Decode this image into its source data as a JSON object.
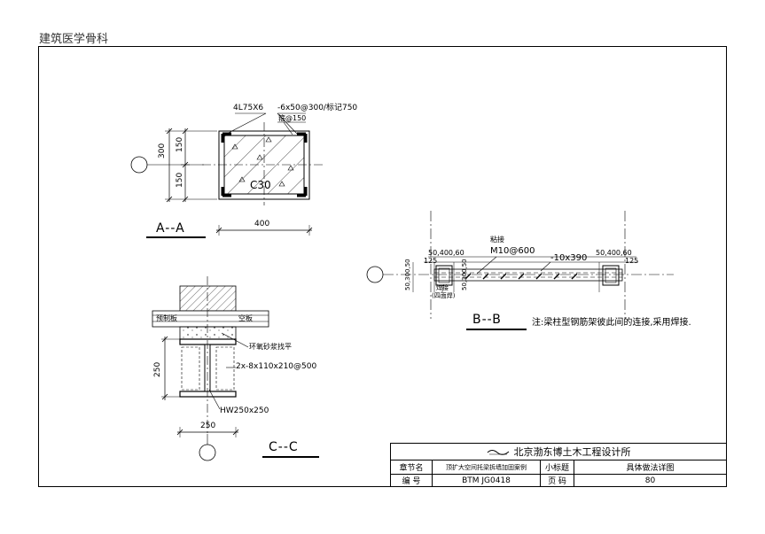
{
  "header": {
    "watermark": "建筑医学骨科"
  },
  "section_aa": {
    "angle_label": "4L75X6",
    "plate_label": "-6x50@300/标记750",
    "plate_label_b": "箍@150",
    "concrete": "C30",
    "dim_total": "300",
    "dim_top": "150",
    "dim_bottom": "150",
    "dim_width": "400",
    "title": "A--A"
  },
  "section_bb": {
    "anchor_label_top": "粘接",
    "anchor_label": "M10@600",
    "plate_label": "-10x390",
    "dims_left": "50,400,60",
    "dims_right": "50,400,60",
    "dim_125_left": "125",
    "dim_125_right": "125",
    "dims_vertical_left": "50,300,50",
    "dims_vertical_mid": "50,300,50",
    "weld_label": "焊接",
    "weld_sub": "(四面焊)",
    "title": "B--B",
    "note": "注:梁柱型钢筋架彼此间的连接,采用焊接."
  },
  "section_cc": {
    "slab_left": "预制板",
    "slab_right": "空板",
    "mortar_label": "环氧砂浆找平",
    "plate_label": "2x-8x110x210@500",
    "beam_label": "HW250x250",
    "dim_height": "250",
    "dim_width": "250",
    "title": "C--C"
  },
  "title_block": {
    "company": "北京渤东博土木工程设计所",
    "row1": {
      "label_a": "章节名",
      "value_a": "顶扩大空间托梁拆墙加固案例",
      "label_b": "小标题",
      "value_b": "具体做法详图"
    },
    "row2": {
      "label_a": "编    号",
      "value_a": "BTM JG0418",
      "label_b": "页    码",
      "value_b": "80"
    }
  }
}
